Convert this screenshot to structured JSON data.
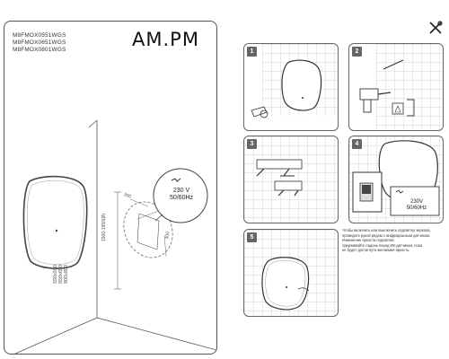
{
  "models": [
    "M8FMOX0551WGS",
    "M8FMOX0651WGS",
    "M8FMOX0801WGS"
  ],
  "brand": "AM.PM",
  "sizes": [
    "550x550",
    "650x650",
    "800x800"
  ],
  "dimensions": {
    "height_label": "1900-1950(Ø)",
    "width_label": "300",
    "depth_label": "300"
  },
  "power": {
    "voltage": "230 V",
    "frequency": "50/60Hz"
  },
  "steps": [
    "1",
    "2",
    "3",
    "4",
    "5"
  ],
  "step4_power": {
    "voltage": "230V",
    "frequency": "50/60Hz"
  },
  "footnote": [
    "Чтобы включить или выключить подсветку зеркала,",
    "проведите рукой рядом с инфракрасным датчиком.",
    "Изменение яркости подсветки:",
    "Удерживайте ладонь перед ИК-датчиком, пока",
    "не будет достигнута желаемая яркость."
  ]
}
